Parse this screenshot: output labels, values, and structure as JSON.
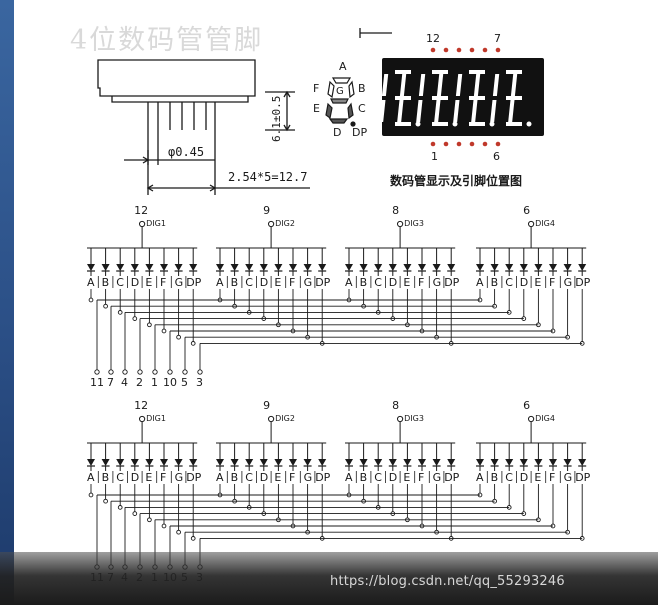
{
  "header_faded_text": "4位数码管管脚",
  "dimensions": {
    "pin_diameter": "φ0.45",
    "pin_length": "6.1±0.5",
    "pin_pitch": "2.54*5=12.7"
  },
  "segment_diagram": {
    "labels": [
      "A",
      "B",
      "C",
      "D",
      "DP",
      "E",
      "F",
      "G"
    ]
  },
  "display_pinout": {
    "top_pins": [
      "12",
      "7"
    ],
    "bottom_pins": [
      "1",
      "6"
    ],
    "caption": "数码管显示及引脚位置图"
  },
  "circuits": [
    {
      "digits": [
        {
          "pin": "12",
          "name": "DIG1"
        },
        {
          "pin": "9",
          "name": "DIG2"
        },
        {
          "pin": "8",
          "name": "DIG3"
        },
        {
          "pin": "6",
          "name": "DIG4"
        }
      ],
      "segments": [
        "A",
        "B",
        "C",
        "D",
        "E",
        "F",
        "G",
        "DP"
      ],
      "bottom_pins": [
        "11",
        "7",
        "4",
        "2",
        "1",
        "10",
        "5",
        "3"
      ]
    },
    {
      "digits": [
        {
          "pin": "12",
          "name": "DIG1"
        },
        {
          "pin": "9",
          "name": "DIG2"
        },
        {
          "pin": "8",
          "name": "DIG3"
        },
        {
          "pin": "6",
          "name": "DIG4"
        }
      ],
      "segments": [
        "A",
        "B",
        "C",
        "D",
        "E",
        "F",
        "G",
        "DP"
      ],
      "bottom_pins": [
        "11",
        "7",
        "4",
        "2",
        "1",
        "10",
        "5",
        "3"
      ]
    }
  ],
  "watermark": "https://blog.csdn.net/qq_55293246",
  "colors": {
    "display_bg": "#111111",
    "segment_on": "#ffffff",
    "pin_dots": "#c0392b",
    "ink": "#1a1a1a"
  }
}
